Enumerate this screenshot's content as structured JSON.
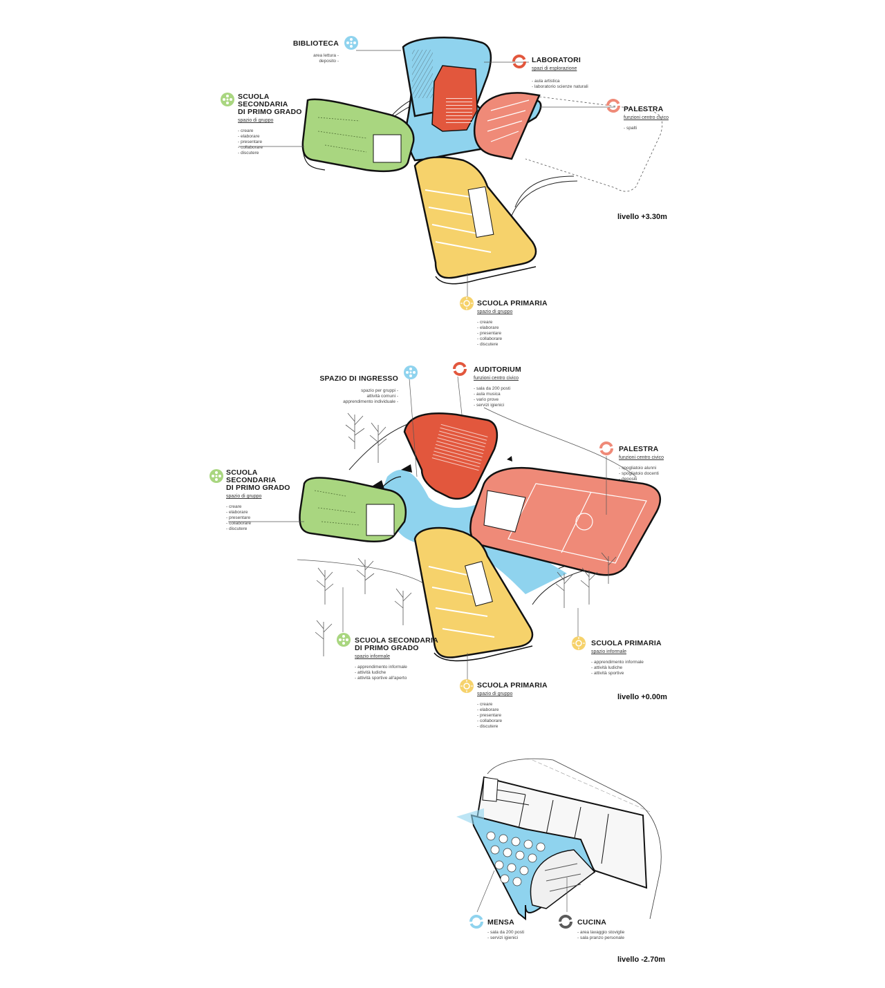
{
  "colors": {
    "blue": "#8fd3ee",
    "red": "#e2573d",
    "salmon": "#ef8a78",
    "green": "#a9d680",
    "yellow": "#f6d26b",
    "grey": "#5b5b5b",
    "outline": "#111111"
  },
  "levels": [
    {
      "id": "l330",
      "label": "livello +3.30m"
    },
    {
      "id": "l000",
      "label": "livello +0.00m"
    },
    {
      "id": "l270",
      "label": "livello -2.70m"
    }
  ],
  "labels": {
    "biblioteca": {
      "title": "BIBLIOTECA",
      "subtitle": "",
      "items": [
        "area lettura",
        "deposito"
      ],
      "icon": "blue-flower-icon"
    },
    "laboratori": {
      "title": "LABORATORI",
      "subtitle": "spazi di esplorazione",
      "items": [
        "aula artistica",
        "laboratorio scienze naturali"
      ],
      "icon": "red-ring-icon"
    },
    "sec_top": {
      "title1": "SCUOLA SECONDARIA",
      "title2": "DI PRIMO GRADO",
      "subtitle": "spazio di gruppo",
      "items": [
        "creare",
        "elaborare",
        "presentare",
        "collaborare",
        "discutere"
      ],
      "icon": "green-flower-icon"
    },
    "palestra_top": {
      "title": "PALESTRA",
      "subtitle": "funzioni centro civico",
      "items": [
        "spalti"
      ],
      "icon": "salmon-ring-icon"
    },
    "prim_top": {
      "title": "SCUOLA PRIMARIA",
      "subtitle": "spazio di gruppo",
      "items": [
        "creare",
        "elaborare",
        "presentare",
        "collaborare",
        "discutere"
      ],
      "icon": "yellow-sun-icon"
    },
    "ingresso": {
      "title": "SPAZIO DI INGRESSO",
      "subtitle": "",
      "items": [
        "spazio per gruppi",
        "attività comuni",
        "apprendimento individuale"
      ],
      "icon": "blue-flower-icon"
    },
    "auditorium": {
      "title": "AUDITORIUM",
      "subtitle": "funzioni centro civico",
      "items": [
        "sala da 200 posti",
        "aula musica",
        "vario prove",
        "servizi igienici"
      ],
      "icon": "red-ring-icon"
    },
    "palestra_mid": {
      "title": "PALESTRA",
      "subtitle": "funzioni centro civico",
      "items": [
        "spogliatoio alunni",
        "spogliatoio docenti",
        "depositi"
      ],
      "icon": "salmon-ring-icon"
    },
    "sec_mid": {
      "title1": "SCUOLA SECONDARIA",
      "title2": "DI PRIMO GRADO",
      "subtitle": "spazio di gruppo",
      "items": [
        "creare",
        "elaborare",
        "presentare",
        "collaborare",
        "discutere"
      ],
      "icon": "green-flower-icon"
    },
    "sec_inf": {
      "title1": "SCUOLA SECONDARIA",
      "title2": "DI PRIMO GRADO",
      "subtitle": "spazio informale",
      "items": [
        "apprendimento informale",
        "attività ludiche",
        "attività sportive all'aperto"
      ],
      "icon": "green-flower-icon"
    },
    "prim_inf": {
      "title": "SCUOLA PRIMARIA",
      "subtitle": "spazio informale",
      "items": [
        "apprendimento informale",
        "attività ludiche",
        "attività sportive"
      ],
      "icon": "yellow-sun-icon"
    },
    "prim_mid": {
      "title": "SCUOLA PRIMARIA",
      "subtitle": "spazio di gruppo",
      "items": [
        "creare",
        "elaborare",
        "presentare",
        "collaborare",
        "discutere"
      ],
      "icon": "yellow-sun-icon"
    },
    "mensa": {
      "title": "MENSA",
      "subtitle": "",
      "items": [
        "sala da 200 posti",
        "servizi igienici"
      ],
      "icon": "blue-ring-icon"
    },
    "cucina": {
      "title": "CUCINA",
      "subtitle": "",
      "items": [
        "area lavaggio stoviglie",
        "sala pranzo personale"
      ],
      "icon": "grey-ring-icon"
    }
  }
}
